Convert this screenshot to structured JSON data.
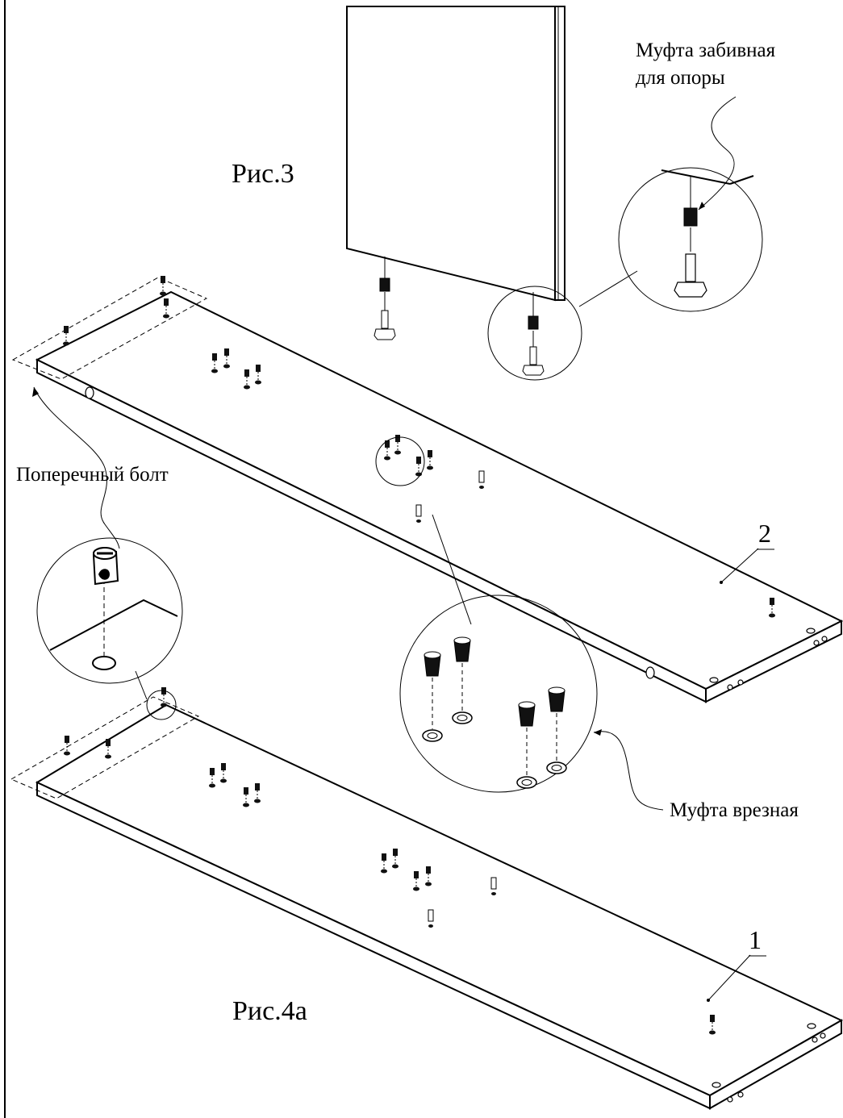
{
  "labels": {
    "fig3": "Рис.3",
    "fig4a": "Рис.4а",
    "hammer_sleeve_line1": "Муфта забивная",
    "hammer_sleeve_line2": "для опоры",
    "cross_bolt": "Поперечный болт",
    "insert_sleeve": "Муфта врезная",
    "part2": "2",
    "part1": "1"
  }
}
